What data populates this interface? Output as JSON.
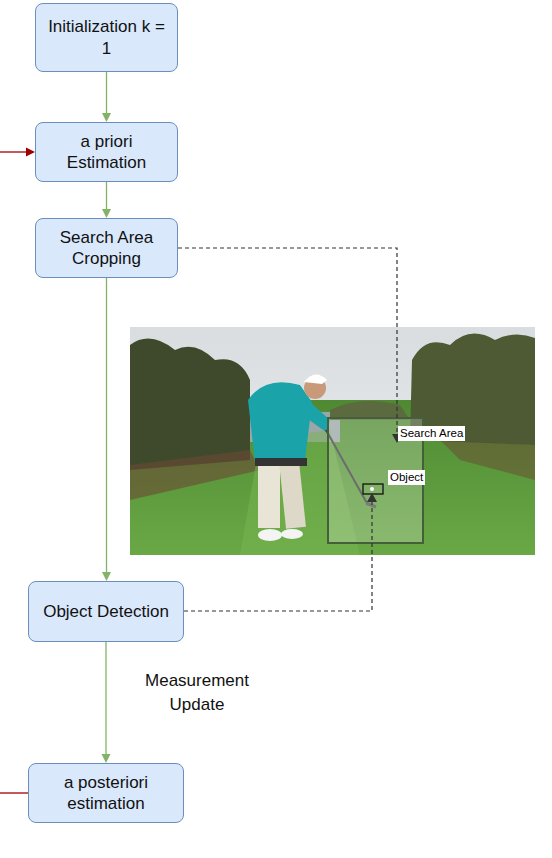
{
  "diagram": {
    "nodes": [
      {
        "text": [
          "Initialization k = 1"
        ]
      },
      {
        "text": [
          "a priori Estimation"
        ]
      },
      {
        "text": [
          "Search Area Cropping"
        ]
      },
      {
        "text": [
          "Object Detection"
        ]
      },
      {
        "text": [
          "a posteriori estimation"
        ]
      }
    ],
    "edges": [
      {
        "from": 0,
        "to": 1,
        "arrow": "to"
      },
      {
        "from": 1,
        "to": 2,
        "arrow": "to"
      },
      {
        "from": 2,
        "to": 3,
        "arrow": "to"
      },
      {
        "from": 3,
        "to": 4,
        "label": "Measurement Update",
        "arrow": "to"
      }
    ],
    "labels": [
      "Search Area",
      "Object"
    ]
  }
}
